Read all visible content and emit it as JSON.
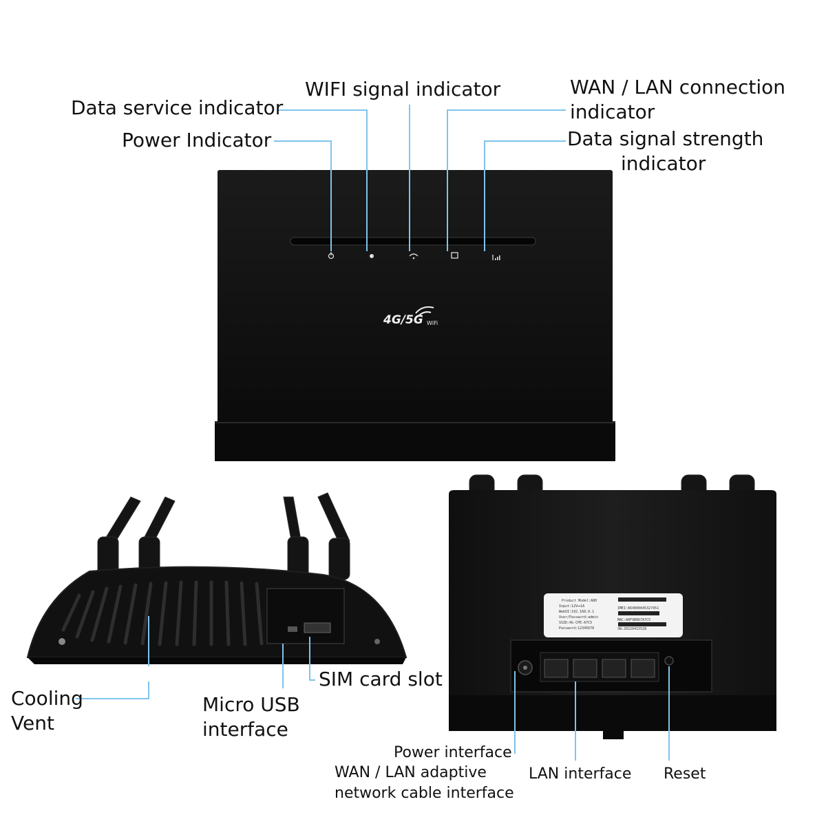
{
  "front_labels": {
    "data_service": "Data service indicator",
    "power": "Power Indicator",
    "wifi_signal": "WIFI signal indicator",
    "wan_lan_line1": "WAN / LAN connection",
    "wan_lan_line2": "indicator",
    "data_strength_line1": "Data signal strength",
    "data_strength_line2": "indicator"
  },
  "front_logo": {
    "text_4g": "4G/5G",
    "text_wifi": "WiFi"
  },
  "side_labels": {
    "cooling_line1": "Cooling",
    "cooling_line2": "Vent",
    "micro_usb_line1": "Micro USB",
    "micro_usb_line2": "interface",
    "sim": "SIM card slot"
  },
  "back_labels": {
    "power": "Power interface",
    "wan_lan_line1": "WAN / LAN adaptive",
    "wan_lan_line2": "network cable interface",
    "lan": "LAN interface",
    "reset": "Reset"
  },
  "sticker": {
    "left": [
      "Product Model:A80",
      "Input:12V⎓1A",
      "WebUI:192.168.0.1",
      "User/Password:admin",
      "SSID:4G-CPE-A7C5",
      "Password:12345678"
    ],
    "right": [
      "IMEI:864000045327451",
      "MAC:A0F9B0D7A7C5",
      "SN:20220415528"
    ]
  },
  "colors": {
    "callout_line": "#7fc4ea",
    "device": "#111111",
    "background": "#ffffff"
  }
}
